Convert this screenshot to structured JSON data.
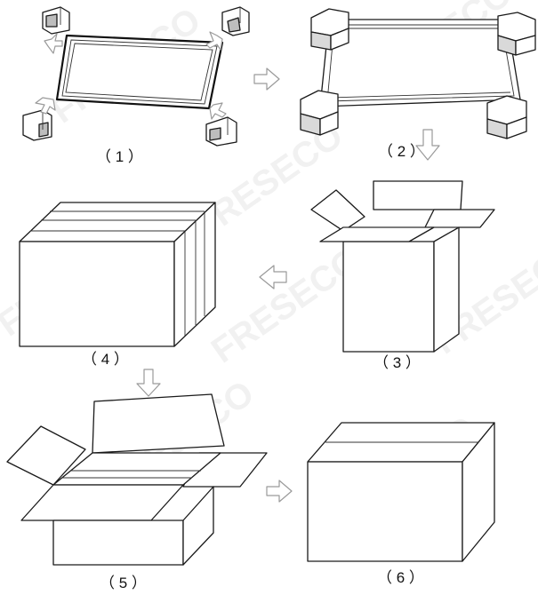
{
  "watermark": "FRESECO",
  "steps": [
    {
      "label": "（ 1 ）"
    },
    {
      "label": "（ 2 ）"
    },
    {
      "label": "（ 3 ）"
    },
    {
      "label": "（ 4 ）"
    },
    {
      "label": "（ 5 ）"
    },
    {
      "label": "（ 6 ）"
    }
  ],
  "icons": {
    "corner_protector": "corner-protector-icon",
    "flow_arrow": "flow-arrow-icon"
  },
  "colors": {
    "line": "#1a1a1a",
    "arrow_outline": "#9a9a9a",
    "watermark": "#e6e6e6"
  }
}
